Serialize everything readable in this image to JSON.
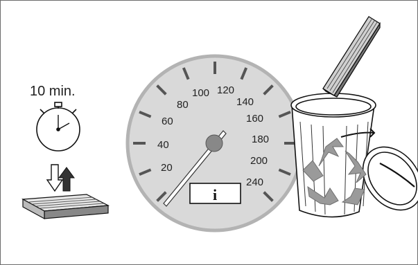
{
  "timer": {
    "label": "10 min."
  },
  "speedometer": {
    "ticks": [
      "20",
      "40",
      "60",
      "80",
      "100",
      "120",
      "140",
      "160",
      "180",
      "200",
      "240"
    ],
    "info_symbol": "i"
  },
  "colors": {
    "dial_fill": "#d9d9d9",
    "dial_rim": "#b3b3b3",
    "recycle_symbol": "#9a9a9a",
    "outline": "#111111"
  },
  "icons": [
    "stopwatch-icon",
    "air-flow-arrows-icon",
    "cabin-filter-icon",
    "speedometer",
    "info-icon",
    "recycle-bin-icon",
    "recycle-symbol-icon",
    "used-filter-icon"
  ]
}
